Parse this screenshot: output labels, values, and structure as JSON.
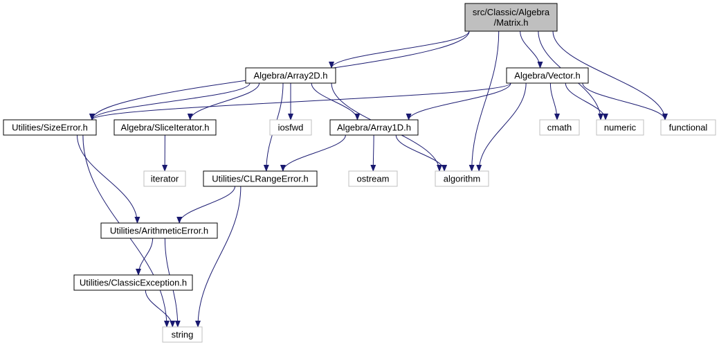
{
  "colors": {
    "edge": "#191970",
    "root_fill": "#bfbfbf",
    "internal_border": "#000000",
    "external_border": "#bfbfbf"
  },
  "nodes": [
    {
      "id": "matrix",
      "lines": [
        "src/Classic/Algebra",
        "/Matrix.h"
      ],
      "kind": "root"
    },
    {
      "id": "array2d",
      "lines": [
        "Algebra/Array2D.h"
      ],
      "kind": "internal"
    },
    {
      "id": "vector",
      "lines": [
        "Algebra/Vector.h"
      ],
      "kind": "internal"
    },
    {
      "id": "sizeerror",
      "lines": [
        "Utilities/SizeError.h"
      ],
      "kind": "internal"
    },
    {
      "id": "sliceiterator",
      "lines": [
        "Algebra/SliceIterator.h"
      ],
      "kind": "internal"
    },
    {
      "id": "iosfwd",
      "lines": [
        "iosfwd"
      ],
      "kind": "external"
    },
    {
      "id": "array1d",
      "lines": [
        "Algebra/Array1D.h"
      ],
      "kind": "internal"
    },
    {
      "id": "cmath",
      "lines": [
        "cmath"
      ],
      "kind": "external"
    },
    {
      "id": "numeric",
      "lines": [
        "numeric"
      ],
      "kind": "external"
    },
    {
      "id": "functional",
      "lines": [
        "functional"
      ],
      "kind": "external"
    },
    {
      "id": "iterator",
      "lines": [
        "iterator"
      ],
      "kind": "external"
    },
    {
      "id": "clrangeerror",
      "lines": [
        "Utilities/CLRangeError.h"
      ],
      "kind": "internal"
    },
    {
      "id": "ostream",
      "lines": [
        "ostream"
      ],
      "kind": "external"
    },
    {
      "id": "algorithm",
      "lines": [
        "algorithm"
      ],
      "kind": "external"
    },
    {
      "id": "arithmeticerror",
      "lines": [
        "Utilities/ArithmeticError.h"
      ],
      "kind": "internal"
    },
    {
      "id": "classicexception",
      "lines": [
        "Utilities/ClassicException.h"
      ],
      "kind": "internal"
    },
    {
      "id": "string",
      "lines": [
        "string"
      ],
      "kind": "external"
    }
  ],
  "edges": [
    {
      "from": "matrix",
      "to": "array2d"
    },
    {
      "from": "matrix",
      "to": "vector"
    },
    {
      "from": "matrix",
      "to": "sizeerror"
    },
    {
      "from": "matrix",
      "to": "algorithm"
    },
    {
      "from": "matrix",
      "to": "numeric"
    },
    {
      "from": "matrix",
      "to": "functional"
    },
    {
      "from": "array2d",
      "to": "sizeerror"
    },
    {
      "from": "array2d",
      "to": "sliceiterator"
    },
    {
      "from": "array2d",
      "to": "iosfwd"
    },
    {
      "from": "array2d",
      "to": "array1d"
    },
    {
      "from": "array2d",
      "to": "clrangeerror"
    },
    {
      "from": "array2d",
      "to": "algorithm"
    },
    {
      "from": "vector",
      "to": "sizeerror"
    },
    {
      "from": "vector",
      "to": "array1d"
    },
    {
      "from": "vector",
      "to": "cmath"
    },
    {
      "from": "vector",
      "to": "numeric"
    },
    {
      "from": "vector",
      "to": "functional"
    },
    {
      "from": "vector",
      "to": "algorithm"
    },
    {
      "from": "sizeerror",
      "to": "arithmeticerror"
    },
    {
      "from": "sizeerror",
      "to": "string"
    },
    {
      "from": "sliceiterator",
      "to": "iterator"
    },
    {
      "from": "array1d",
      "to": "clrangeerror"
    },
    {
      "from": "array1d",
      "to": "ostream"
    },
    {
      "from": "array1d",
      "to": "algorithm"
    },
    {
      "from": "clrangeerror",
      "to": "arithmeticerror"
    },
    {
      "from": "clrangeerror",
      "to": "string"
    },
    {
      "from": "arithmeticerror",
      "to": "classicexception"
    },
    {
      "from": "arithmeticerror",
      "to": "string"
    },
    {
      "from": "classicexception",
      "to": "string"
    }
  ]
}
